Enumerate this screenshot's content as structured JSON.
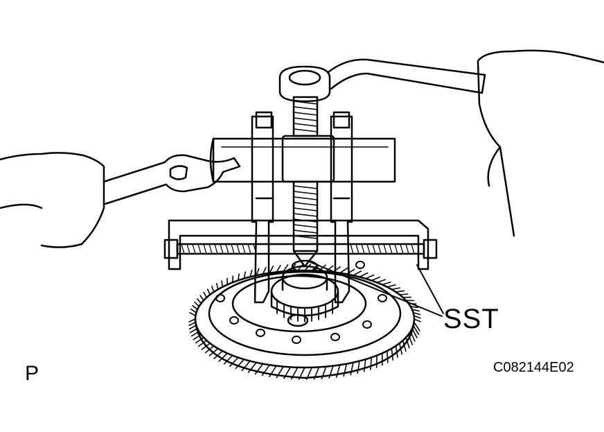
{
  "labels": {
    "sst": "SST",
    "view": "P",
    "figure_code": "C082144E02"
  },
  "colors": {
    "line": "#000000",
    "background": "#ffffff"
  }
}
